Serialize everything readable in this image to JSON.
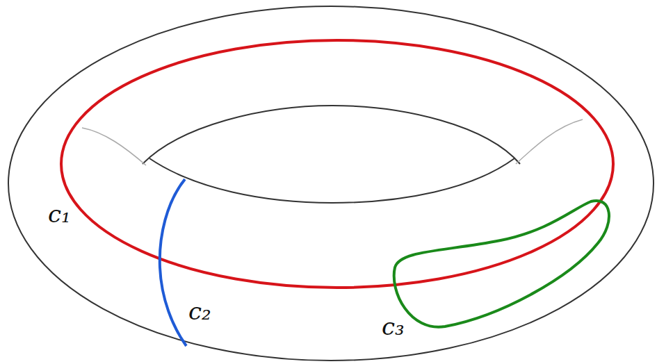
{
  "diagram": {
    "labels": [
      "c₁",
      "c₂",
      "c₃"
    ]
  }
}
